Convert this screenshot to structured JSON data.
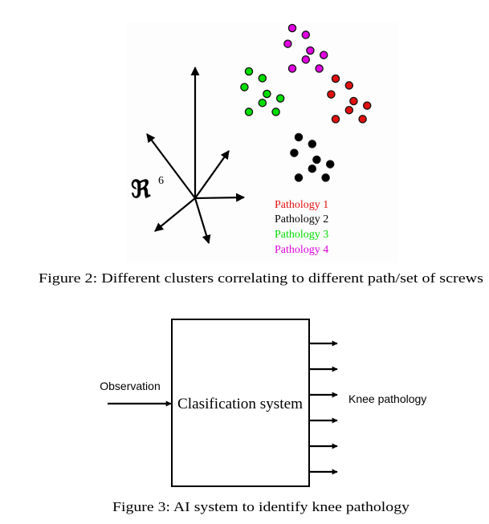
{
  "figure2": {
    "symbol": "ℜ",
    "symbol_superscript": "6",
    "clusters": [
      {
        "label": "Pathology 1",
        "color": "#e01010",
        "points": [
          [
            0.0,
            0.0
          ],
          [
            0.6,
            0.3
          ],
          [
            -0.2,
            0.7
          ],
          [
            0.8,
            1.0
          ],
          [
            1.4,
            1.2
          ],
          [
            0.6,
            1.4
          ],
          [
            0.0,
            1.8
          ],
          [
            1.2,
            1.8
          ]
        ]
      },
      {
        "label": "Pathology 2",
        "color": "#000000",
        "points": [
          [
            0.0,
            0.0
          ],
          [
            0.6,
            0.3
          ],
          [
            -0.2,
            0.7
          ],
          [
            0.8,
            1.0
          ],
          [
            1.4,
            1.2
          ],
          [
            0.6,
            1.4
          ],
          [
            0.0,
            1.8
          ],
          [
            1.2,
            1.8
          ]
        ]
      },
      {
        "label": "Pathology 3",
        "color": "#00dd00",
        "points": [
          [
            0.0,
            0.0
          ],
          [
            0.6,
            0.3
          ],
          [
            -0.2,
            0.7
          ],
          [
            0.8,
            1.0
          ],
          [
            1.4,
            1.2
          ],
          [
            0.6,
            1.4
          ],
          [
            0.0,
            1.8
          ],
          [
            1.2,
            1.8
          ]
        ]
      },
      {
        "label": "Pathology 4",
        "color": "#e000e0",
        "points": [
          [
            0.0,
            0.0
          ],
          [
            0.6,
            0.3
          ],
          [
            -0.2,
            0.7
          ],
          [
            0.8,
            1.0
          ],
          [
            1.4,
            1.2
          ],
          [
            0.6,
            1.4
          ],
          [
            0.0,
            1.8
          ],
          [
            1.2,
            1.8
          ]
        ]
      }
    ],
    "axes_count": 6,
    "caption": "Figure 2: Different clusters correlating to different path/set of screws"
  },
  "figure3": {
    "input_label": "Observation",
    "box_label": "Clasification system",
    "output_label": "Knee pathology",
    "output_count": 6,
    "caption": "Figure 3: AI system to identify knee pathology"
  }
}
